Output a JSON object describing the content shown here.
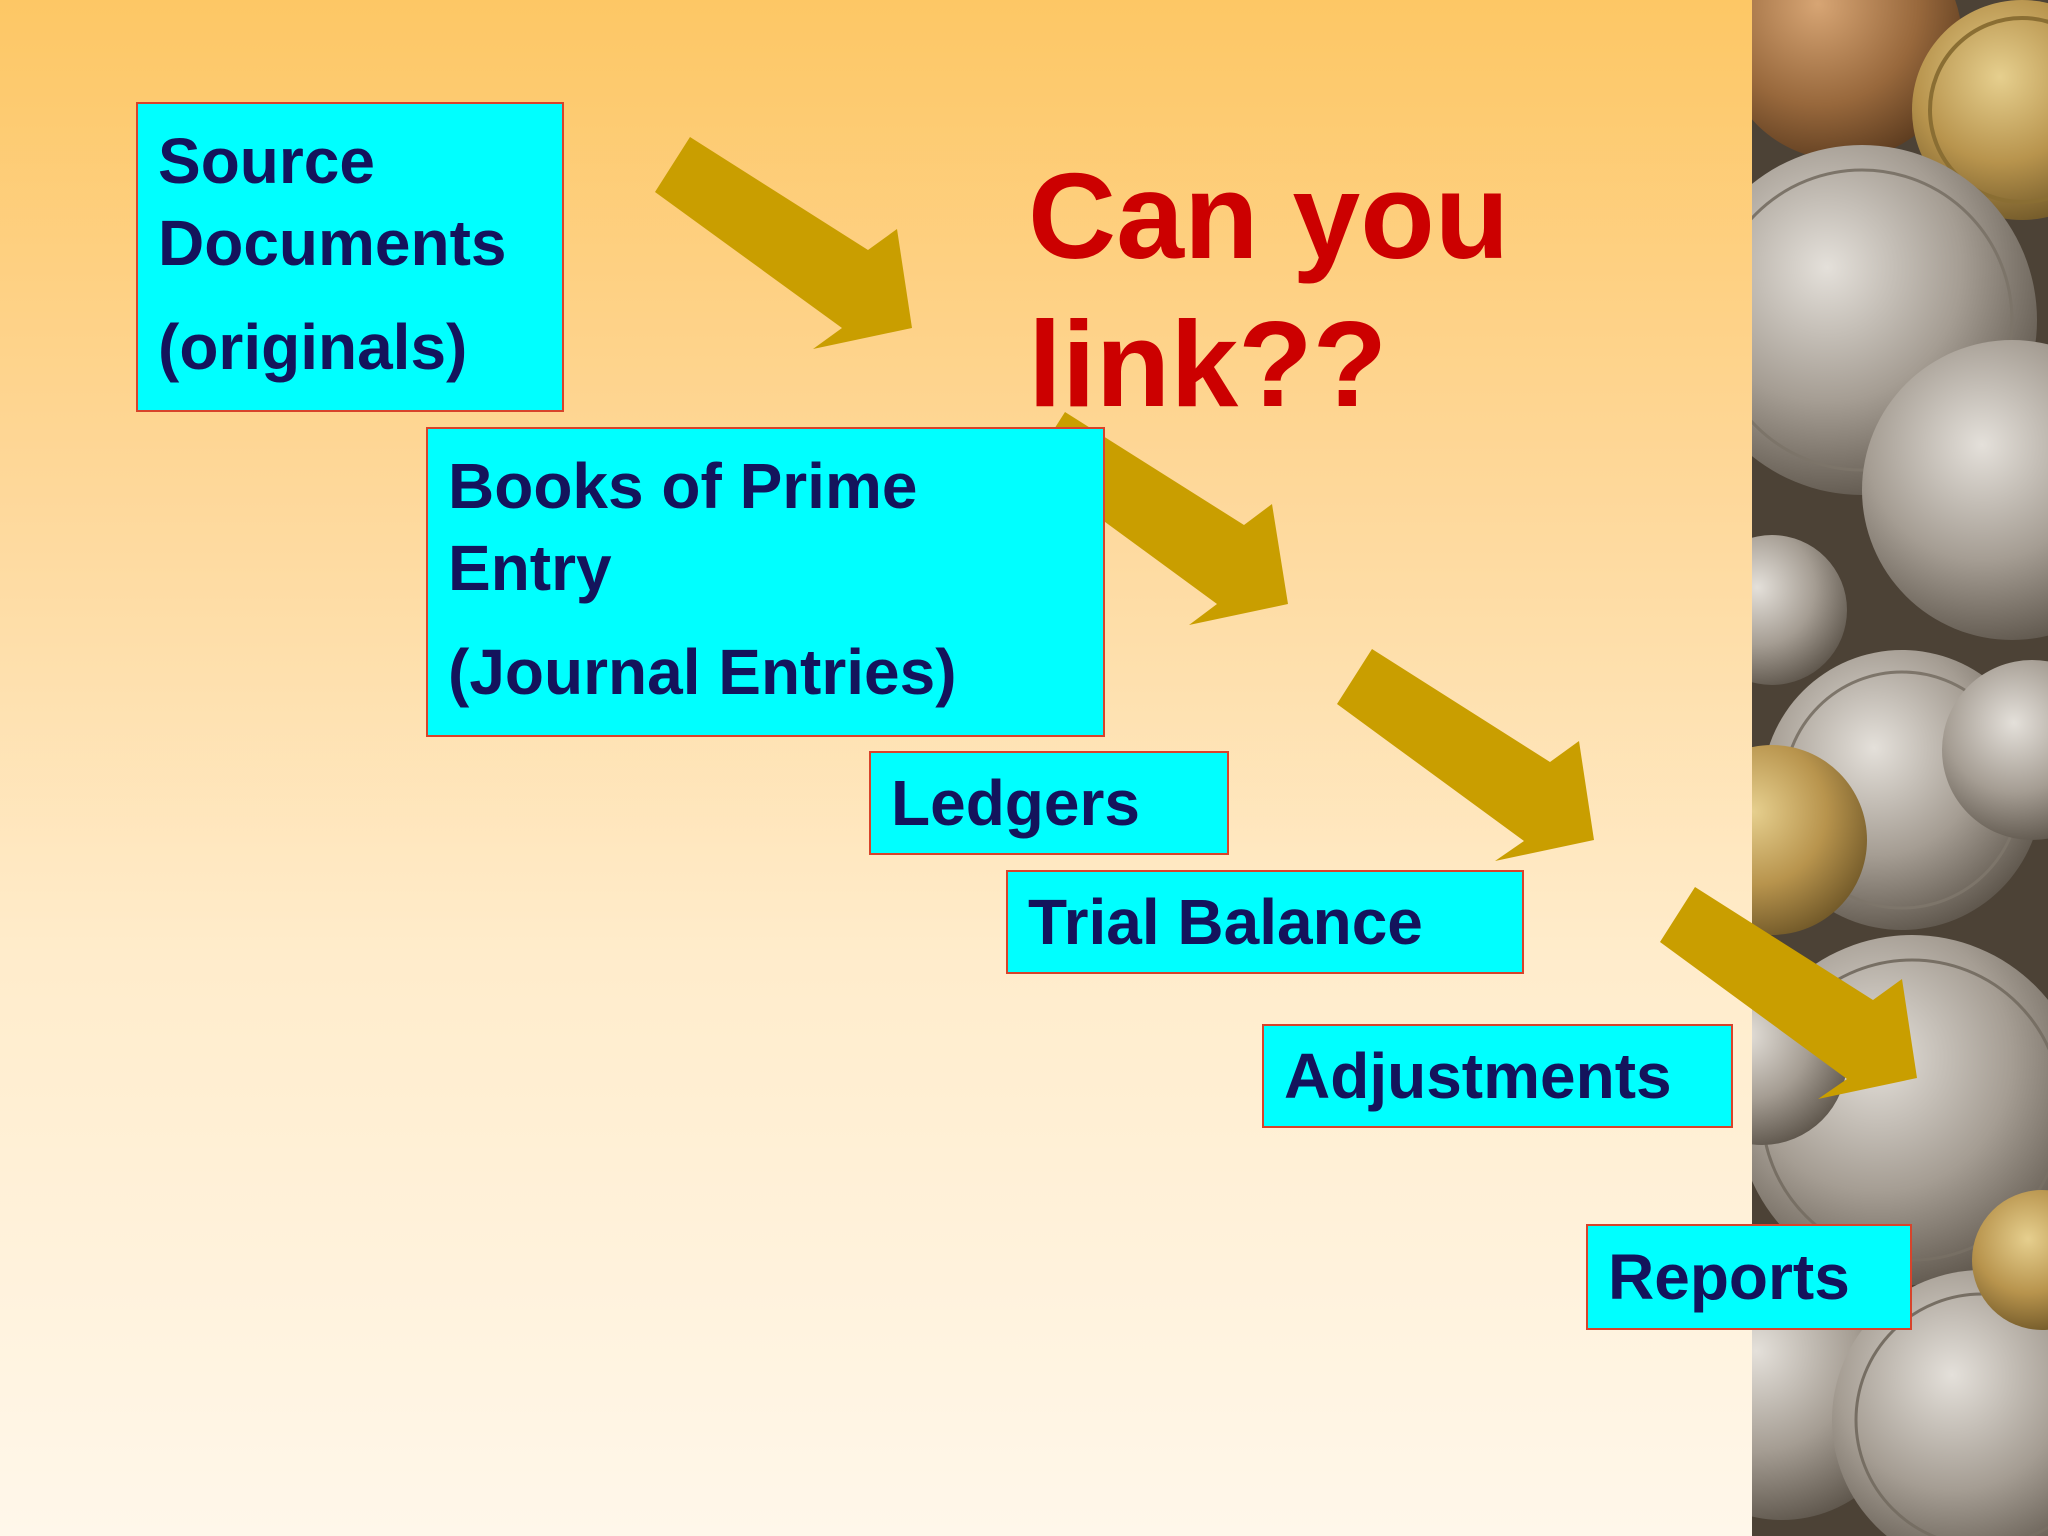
{
  "prompt": {
    "line1": "Can you",
    "line2": "link??"
  },
  "steps": [
    {
      "line1": "Source",
      "line2": "Documents",
      "line3": "(originals)"
    },
    {
      "line1": "Books of Prime",
      "line2": "Entry",
      "line3": "(Journal Entries)"
    },
    {
      "line1": "Ledgers"
    },
    {
      "line1": "Trial Balance"
    },
    {
      "line1": "Adjustments"
    },
    {
      "line1": "Reports"
    }
  ],
  "colors": {
    "box_fill": "#00ffff",
    "box_border": "#d8432b",
    "box_text": "#14145c",
    "prompt_text": "#cc0000",
    "arrow": "#c99e00"
  },
  "decoration": {
    "side_image": "coins-photo"
  }
}
